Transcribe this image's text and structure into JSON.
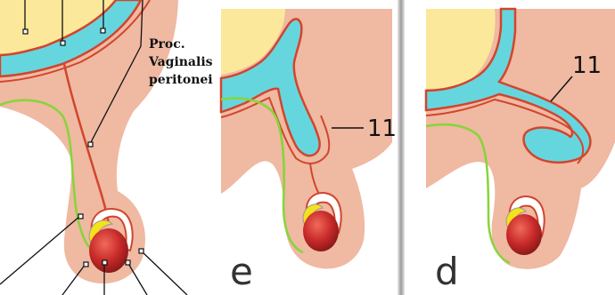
{
  "labels": {
    "proc_line1": "Proc.",
    "proc_line2": "Vaginalis",
    "proc_line3": "peritonei",
    "callout_e": "11",
    "callout_d": "11",
    "panel_e": "e",
    "panel_d": "d"
  },
  "colors": {
    "background": "#ffffff",
    "skin": "#efb9a2",
    "fat_yellow": "#fbe89a",
    "peritoneum_cyan": "#66d6de",
    "membrane_red": "#d2452d",
    "vessel_green": "#86d53a",
    "testis_red": "#c82a2a",
    "epididymis_yellow": "#f4e21a",
    "leader_line": "#111111",
    "divider": "#9a9a9a"
  }
}
